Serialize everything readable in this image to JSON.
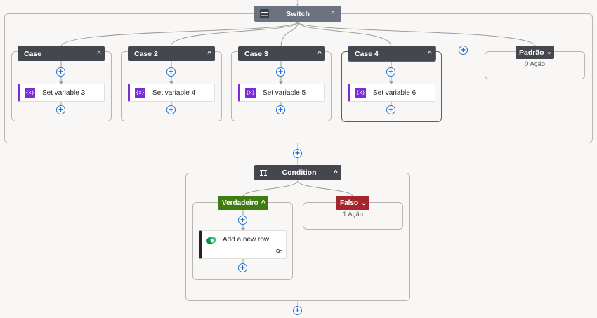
{
  "switch": {
    "title": "Switch",
    "cases": [
      {
        "title": "Case",
        "action": "Set variable 3"
      },
      {
        "title": "Case 2",
        "action": "Set variable 4"
      },
      {
        "title": "Case 3",
        "action": "Set variable 5"
      },
      {
        "title": "Case 4",
        "action": "Set variable 6"
      }
    ],
    "default": {
      "title": "Padrão",
      "summary": "0 Ação"
    }
  },
  "condition": {
    "title": "Condition",
    "true_branch": {
      "title": "Verdadeiro",
      "action": "Add a new row"
    },
    "false_branch": {
      "title": "Falso",
      "summary": "1 Ação"
    }
  },
  "icons": {
    "variable": "variable-icon",
    "switch": "switch-icon",
    "condition": "condition-icon",
    "dataverse": "dataverse-icon",
    "link": "link-icon",
    "plus": "add-icon",
    "chevron_up": "chevron-up-icon",
    "chevron_down": "chevron-down-icon"
  },
  "glyphs": {
    "plus": "+",
    "up": "^",
    "down": "⌄",
    "var": "{x}"
  },
  "colors": {
    "header": "#44474d",
    "switch_header": "#6b7380",
    "variable": "#7a2cd8",
    "true": "#3f7d11",
    "false": "#a4262c",
    "plus": "#1f6fd1",
    "selected": "#2b6bd8"
  }
}
